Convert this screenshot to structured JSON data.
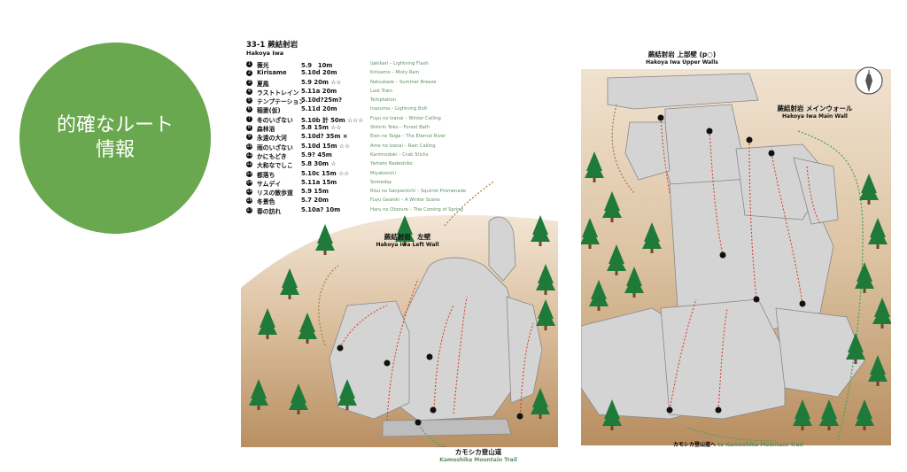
{
  "badge": {
    "line1": "的確なルート",
    "line2": "情報"
  },
  "legend": {
    "code": "33-1",
    "title_jp": "蕨結射岩",
    "title_en": "Hakoya Iwa",
    "routes": [
      {
        "num": "1",
        "name": "薇光",
        "grade": "5.9　10m",
        "english": "Ijakikari – Lightning Flash"
      },
      {
        "num": "2",
        "name": "Kirisame",
        "grade": "5.10d 20m",
        "english": "Kirisame – Misty Rain"
      },
      {
        "num": "3",
        "name": "夏風",
        "grade": "5.9 20m ☆☆",
        "english": "Natsukaze – Summer Breeze"
      },
      {
        "num": "4",
        "name": "ラストトレイン",
        "grade": "5.11a 20m",
        "english": "Last Train"
      },
      {
        "num": "5",
        "name": "テンプテーション",
        "grade": "5.10d?25m?",
        "english": "Temptation"
      },
      {
        "num": "6",
        "name": "稲妻(仮)",
        "grade": "5.11d 20m",
        "english": "Inazuma – Lightning Bolt"
      },
      {
        "num": "7",
        "name": "冬のいざない",
        "grade": "5.10b 計 50m ☆☆☆",
        "english": "Fuyu no Izanai – Winter Calling"
      },
      {
        "num": "8",
        "name": "森林浴",
        "grade": "5.8 15m ☆☆",
        "english": "Shinrin Yoku – Forest Bath"
      },
      {
        "num": "9",
        "name": "永遠の大河",
        "grade": "5.10d? 35m ×",
        "english": "Eien no Taiga – The Eternal River"
      },
      {
        "num": "10",
        "name": "雨のいざない",
        "grade": "5.10d 15m ☆☆",
        "english": "Ame no Izanai – Rain Calling"
      },
      {
        "num": "11",
        "name": "かにもどき",
        "grade": "5.9? 45m",
        "english": "Kanimodoki – Crab Sticks"
      },
      {
        "num": "12",
        "name": "大和なでしこ",
        "grade": "5.8 30m ☆",
        "english": "Yamato Nadeshiko"
      },
      {
        "num": "13",
        "name": "都落ち",
        "grade": "5.10c 15m ☆☆",
        "english": "Miyakoochi"
      },
      {
        "num": "14",
        "name": "サムデイ",
        "grade": "5.11a 15m",
        "english": "Someday"
      },
      {
        "num": "15",
        "name": "リスの散歩道",
        "grade": "5.9 15m",
        "english": "Risu no Sanpomichi – Squirrel Promenade"
      },
      {
        "num": "16",
        "name": "冬景色",
        "grade": "5.7 20m",
        "english": "Fuyu Geshiki – A Winter Scene"
      },
      {
        "num": "17",
        "name": "春の訪れ",
        "grade": "5.10a? 10m",
        "english": "Haru no Otozure – The Coming of Spring"
      }
    ]
  },
  "left_wall": {
    "title_jp": "蕨結射岩　左壁",
    "title_en": "Hakoya Iwa Left Wall"
  },
  "upper_walls": {
    "title_jp": "蕨結射岩 上部壁 (p○)",
    "title_en": "Hakoya Iwa Upper Walls"
  },
  "main_wall": {
    "title_jp": "蕨結射岩 メインウォール",
    "title_en": "Hakoya Iwa Main Wall"
  },
  "trail_left": {
    "jp": "カモシカ登山道",
    "en": "Kamoshika Mountain Trail"
  },
  "trail_right": {
    "jp": "カモシカ登山道へ",
    "en": "to Kamoshika Mountain Trail"
  },
  "compass": {
    "label": "N"
  },
  "colors": {
    "badge": "#6aa84f",
    "ground": "#c9a47e",
    "rock": "#d4d4d4",
    "route": "#d9432b",
    "tree": "#1f7a3a"
  }
}
